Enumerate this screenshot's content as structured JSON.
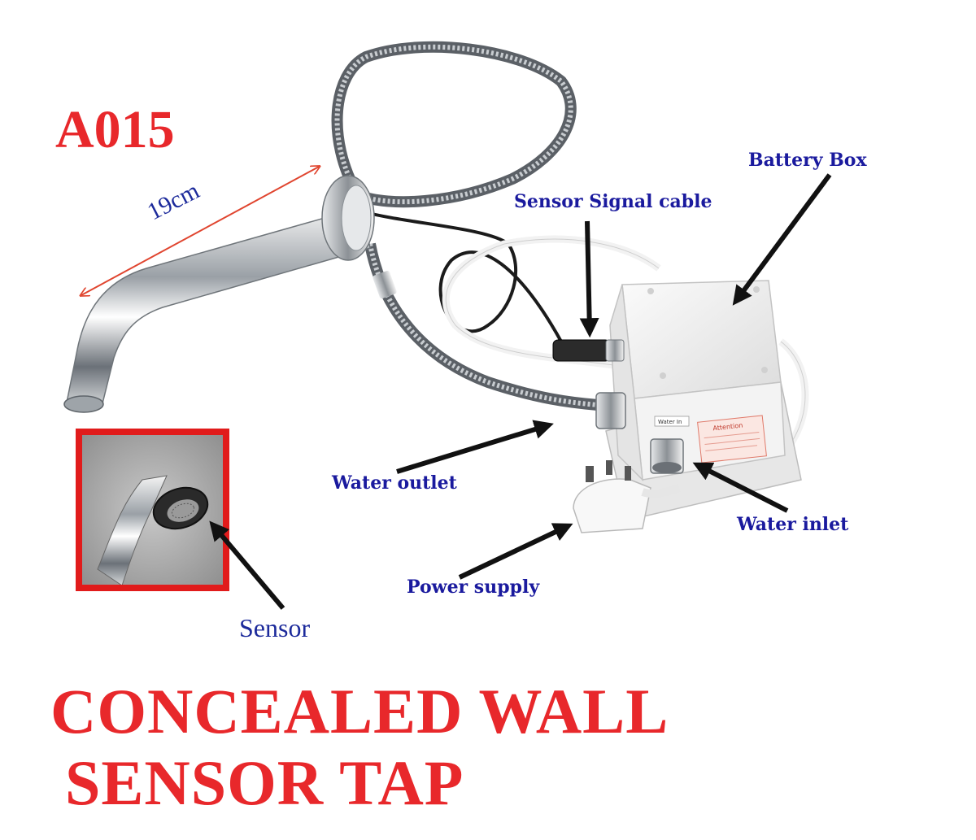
{
  "model_code": "A015",
  "dimension_label": "19cm",
  "labels": {
    "battery_box": "Battery Box",
    "sensor_signal_cable": "Sensor Signal cable",
    "water_outlet": "Water outlet",
    "water_inlet": "Water inlet",
    "power_supply": "Power supply",
    "sensor": "Sensor"
  },
  "box_tags": {
    "water_in": "Water In",
    "attention": "Attention"
  },
  "title": {
    "line1": "CONCEALED WALL",
    "line2": "SENSOR TAP"
  },
  "colors": {
    "title_red": "#e8282b",
    "label_blue": "#1a1a9e",
    "arrow_black": "#111111",
    "dimension_red": "#e0452f",
    "inset_frame_red": "#e11b1b"
  },
  "icons": {
    "product": "faucet-photo",
    "inset": "sensor-closeup-photo"
  }
}
